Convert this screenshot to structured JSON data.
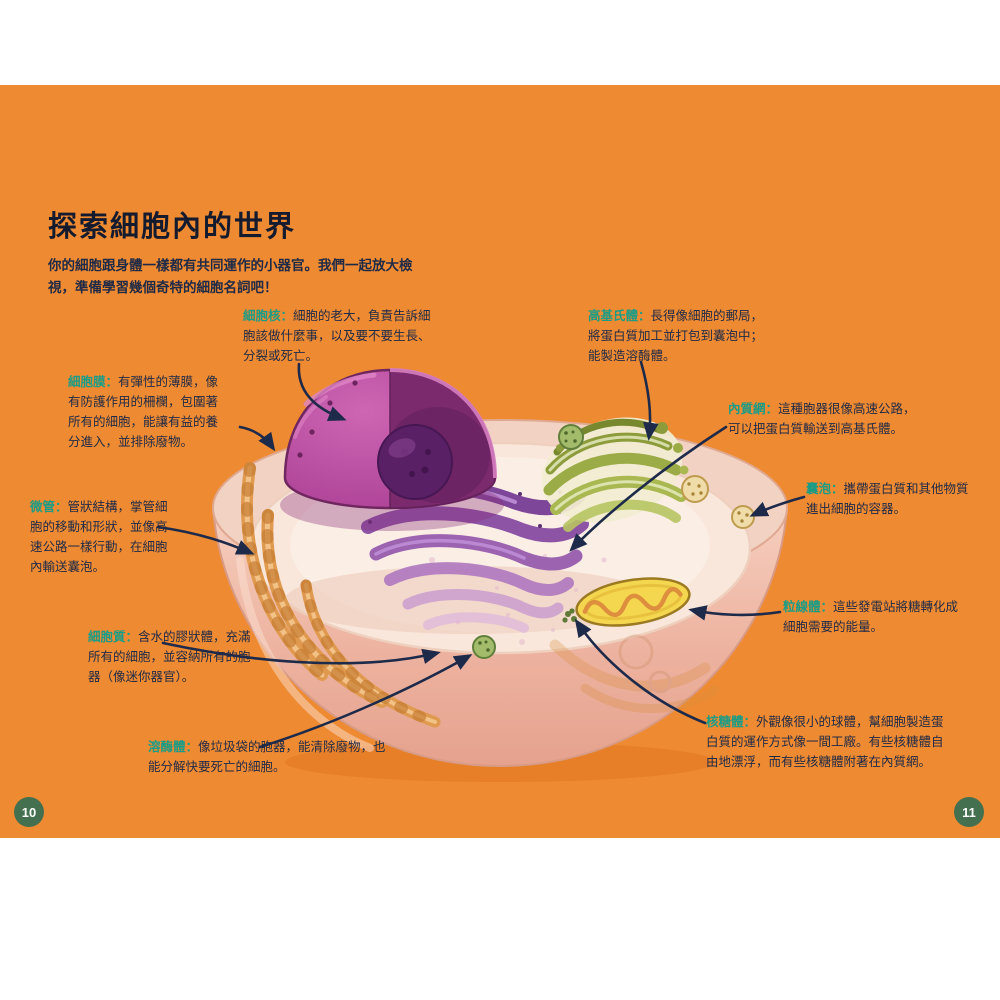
{
  "page": {
    "title": "探索細胞內的世界",
    "intro": "你的細胞跟身體一樣都有共同運作的小器官。我們一起放大檢視，準備學習幾個奇特的細胞名詞吧！",
    "left_page_number": "10",
    "right_page_number": "11"
  },
  "ui": {
    "colon": "："
  },
  "colors": {
    "background_orange": "#EE8A31",
    "organelle_name_teal": "#1C9C86",
    "body_text_navy": "#1F2A47",
    "page_number_badge_green": "#45704F",
    "arrow_navy": "#1E2A4A"
  },
  "labels": [
    {
      "id": "nucleus",
      "name": "細胞核",
      "description": "細胞的老大，負責告訴細胞該做什麼事，以及要不要生長、分裂或死亡。"
    },
    {
      "id": "cell-membrane",
      "name": "細胞膜",
      "description": "有彈性的薄膜，像有防護作用的柵欄，包圍著所有的細胞，能讓有益的養分進入，並排除廢物。"
    },
    {
      "id": "microtubule",
      "name": "微管",
      "description": "管狀結構，掌管細胞的移動和形狀，並像高速公路一樣行動，在細胞內輸送囊泡。"
    },
    {
      "id": "cytoplasm",
      "name": "細胞質",
      "description": "含水的膠狀體，充滿所有的細胞，並容納所有的胞器（像迷你器官）。"
    },
    {
      "id": "lysosome",
      "name": "溶酶體",
      "description": "像垃圾袋的胞器，能清除廢物，也能分解快要死亡的細胞。"
    },
    {
      "id": "golgi",
      "name": "高基氏體",
      "description": "長得像細胞的郵局，將蛋白質加工並打包到囊泡中；能製造溶酶體。"
    },
    {
      "id": "er",
      "name": "內質網",
      "description": "這種胞器很像高速公路，可以把蛋白質輸送到高基氏體。"
    },
    {
      "id": "vesicle",
      "name": "囊泡",
      "description": "攜帶蛋白質和其他物質進出細胞的容器。"
    },
    {
      "id": "mitochondria",
      "name": "粒線體",
      "description": "這些發電站將糖轉化成細胞需要的能量。"
    },
    {
      "id": "ribosome",
      "name": "核糖體",
      "description": "外觀像很小的球體，幫細胞製造蛋白質的運作方式像一間工廠。有些核糖體自由地漂浮，而有些核糖體附著在內質網。"
    }
  ]
}
